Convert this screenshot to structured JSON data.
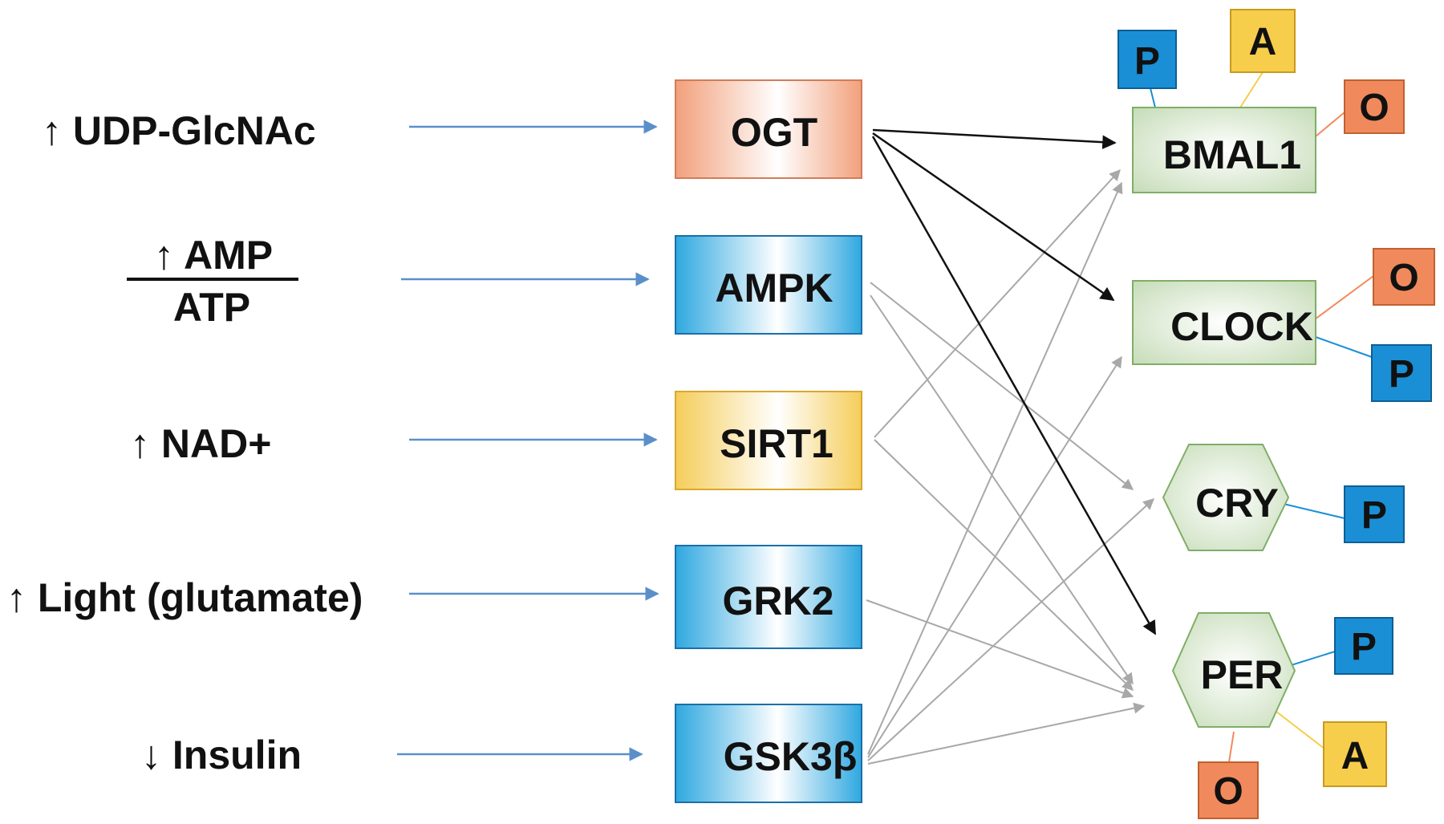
{
  "inputs": {
    "udp": "↑ UDP-GlcNAc",
    "amp_num": "↑ AMP",
    "amp_den": "ATP",
    "nad": "↑ NAD+",
    "light": "↑ Light (glutamate)",
    "insulin": "↓ Insulin"
  },
  "enzymes": {
    "ogt": "OGT",
    "ampk": "AMPK",
    "sirt1": "SIRT1",
    "grk2": "GRK2",
    "gsk3b": "GSK3β"
  },
  "clock_proteins": {
    "bmal1": "BMAL1",
    "clock": "CLOCK",
    "cry": "CRY",
    "per": "PER"
  },
  "modifications": {
    "p": "P",
    "a": "A",
    "o": "O"
  },
  "colors": {
    "ogt": "#f2a07c",
    "kinase_blue": "#2fa8e0",
    "sirt1": "#f5cd5a",
    "clock_green": "#cfe3c3",
    "mod_p": "#1a8fd6",
    "mod_a": "#f7cd4c",
    "mod_o": "#f08a5c",
    "input_arrow": "#5b8fc9",
    "black_arrow": "#111111",
    "gray_arrow": "#a8a8a8"
  }
}
